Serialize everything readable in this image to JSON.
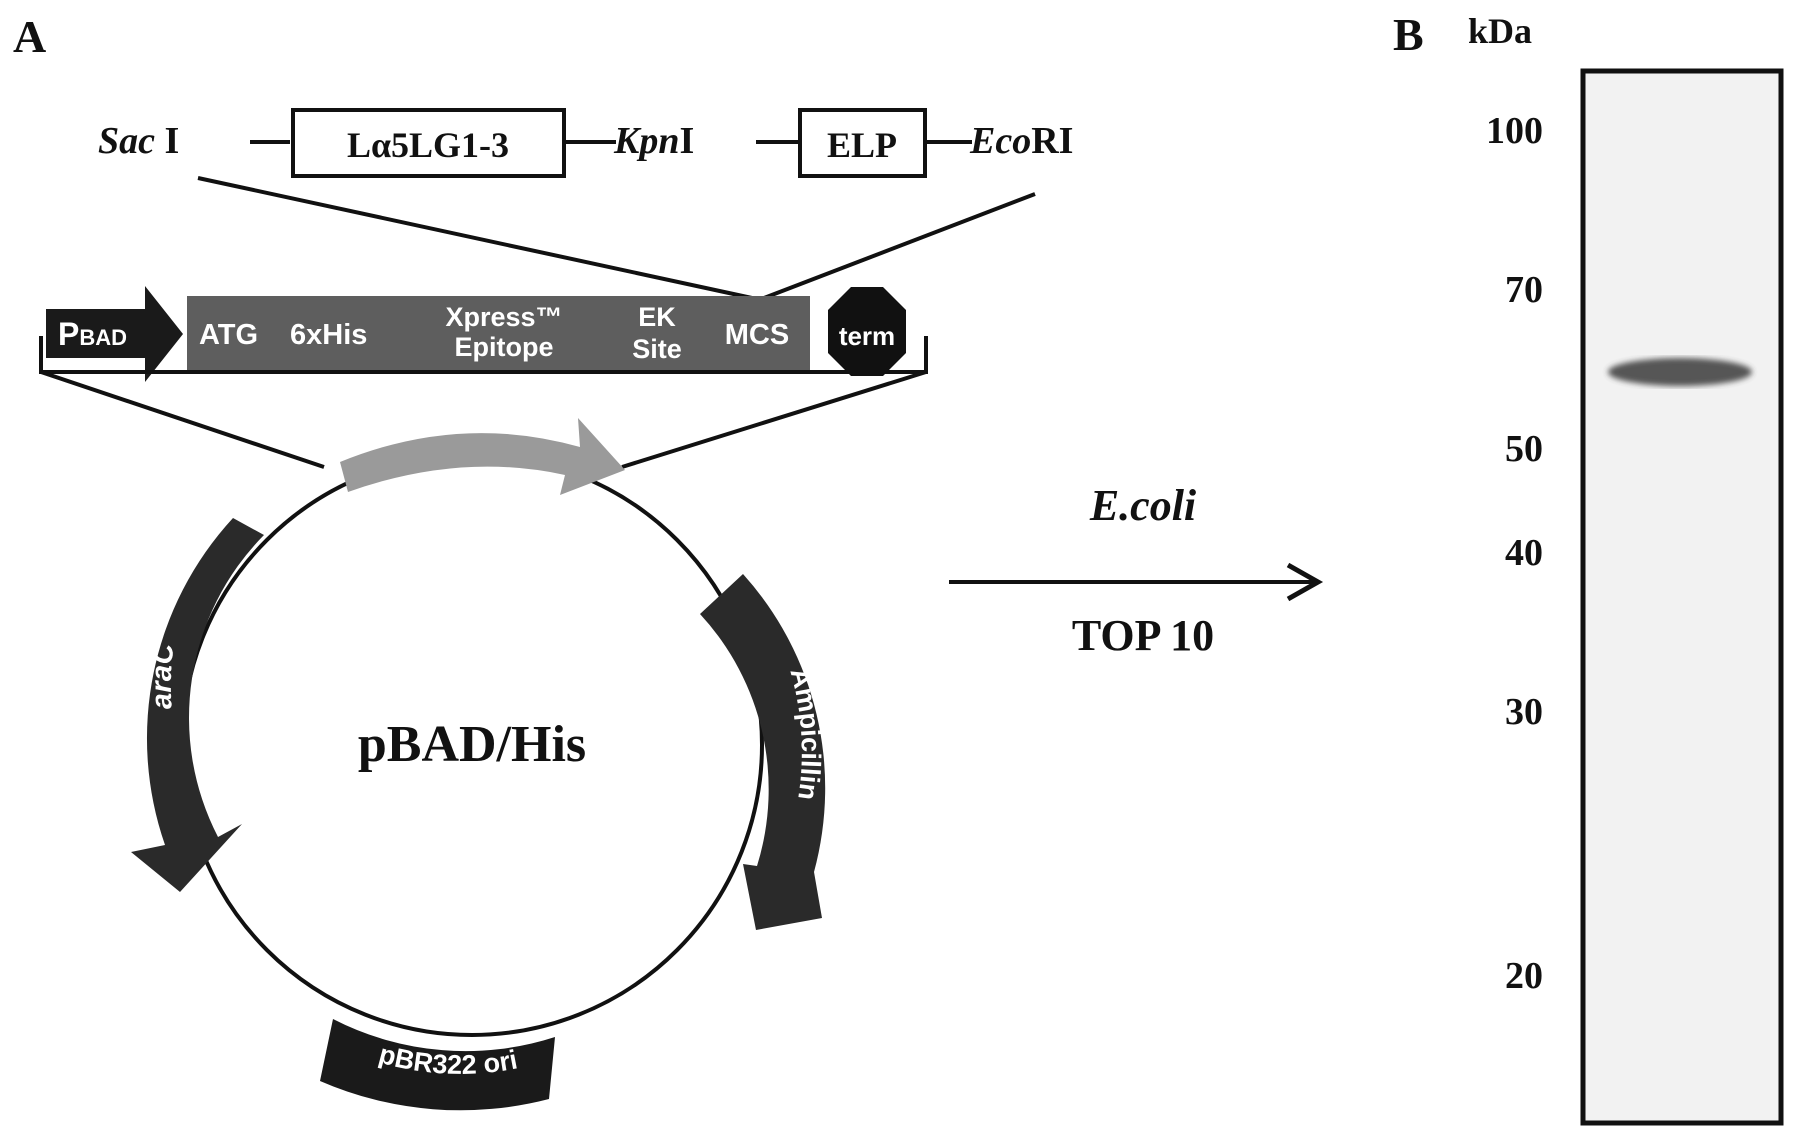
{
  "panel_a": {
    "label": "A",
    "insert": {
      "sac": "Sac",
      "sac_suffix": " I",
      "gene": "Lα5LG1-3",
      "kpn": "Kpn",
      "kpn_suffix": "I",
      "elp": "ELP",
      "eco": "Eco",
      "eco_suffix": "RI"
    },
    "cassette": {
      "promoter_main": "P",
      "promoter_sub": "BAD",
      "atg": "ATG",
      "his": "6xHis",
      "xpress_line1": "Xpress™",
      "xpress_line2": "Epitope",
      "ek_line1": "EK",
      "ek_line2": "Site",
      "mcs": "MCS",
      "term": "term"
    },
    "plasmid": {
      "name": "pBAD/His",
      "arac": "araC",
      "ampicillin": "Ampicillin",
      "ori": "pBR322 ori"
    },
    "host_top": "E.coli",
    "host_bottom": "TOP 10",
    "colors": {
      "feature": "#2a2a2a",
      "cassette": "#5e5e5e",
      "promoter_arrow": "#9a9a9a"
    }
  },
  "panel_b": {
    "label": "B",
    "unit": "kDa",
    "markers": [
      "100",
      "70",
      "50",
      "40",
      "30",
      "20"
    ]
  }
}
